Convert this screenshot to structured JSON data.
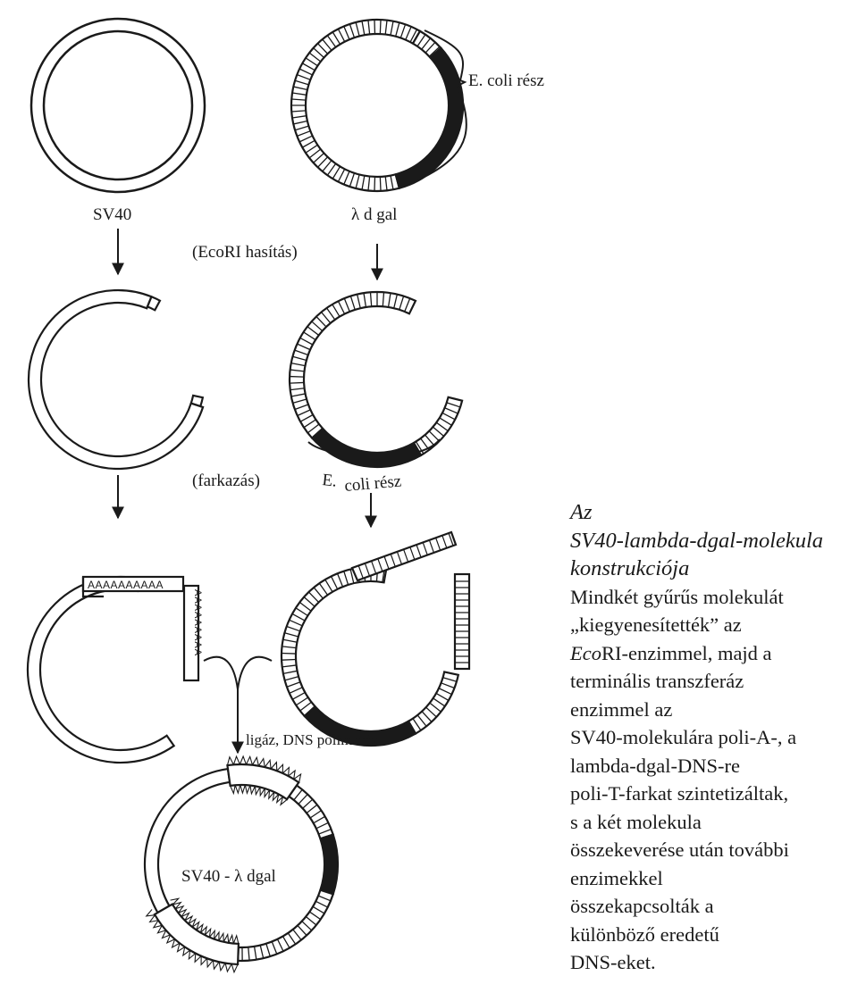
{
  "diagram": {
    "labels": {
      "sv40": "SV40",
      "lambda_dgal": "λ d gal",
      "ecori_cut": "(EcoRI hasítás)",
      "tailing": "(farkazás)",
      "ecoli_part_top": "E. coli rész",
      "ecoli_part_mid_a": "E.",
      "ecoli_part_mid_b": "coli rész",
      "ligation": "ligáz, DNS polimeráz",
      "hybrid": "SV40 - λ dgal",
      "poly_a_tail": "AAAAAAAAAA",
      "poly_a_tail_side": "AAAAAAAAA"
    }
  },
  "caption": {
    "title_line1": "Az",
    "title_line2": "SV40-lambda-dgal-molekula",
    "title_line3": "konstrukciója",
    "body": [
      "Mindkét gyűrűs molekulát",
      "„kiegyenesítették” az",
      "",
      "terminális transzferáz",
      "enzimmel az",
      "SV40-molekulára poli-A-, a",
      "lambda-dgal-DNS-re",
      "poli-T-farkat szintetizáltak,",
      "s a két molekula",
      "összekeverése után további",
      "enzimekkel",
      "összekapcsolták a",
      "különböző eredetű",
      "DNS-eket."
    ],
    "body_line3_italic": "Eco",
    "body_line3_rest": "RI-enzimmel, majd a"
  }
}
